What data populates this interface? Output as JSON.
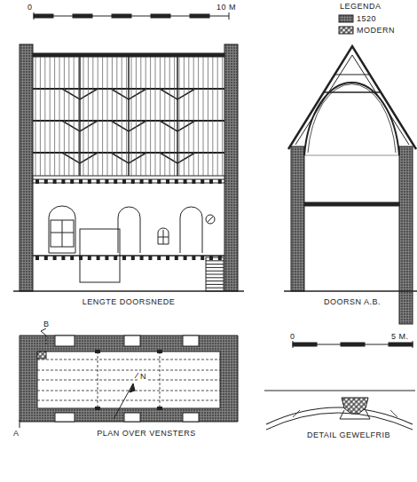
{
  "diagram": {
    "labels": [
      "0",
      "10 M",
      "LEGENDA",
      "LENGTE DOORSNEDE",
      "DOORSN A.B.",
      "B",
      "N",
      "A",
      "PLAN OVER VENSTERS",
      "0",
      "5 M.",
      "DETAIL GEWELFRIB"
    ],
    "legend": [
      {
        "text": "1520"
      },
      {
        "text": "MODERN"
      }
    ]
  }
}
